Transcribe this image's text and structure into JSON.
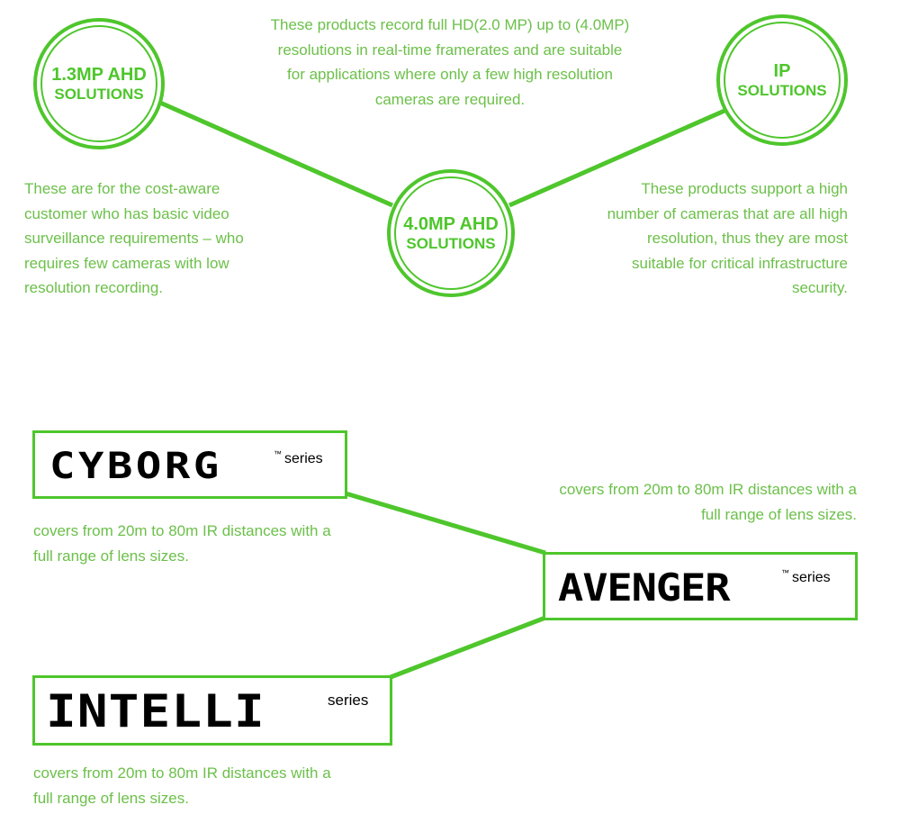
{
  "colors": {
    "accent": "#4ec62c",
    "text": "#6cc04a",
    "logo": "#000000"
  },
  "solutions": {
    "ahd13": {
      "line1": "1.3MP AHD",
      "line2": "SOLUTIONS",
      "desc": "These are for the cost-aware customer who has basic video surveillance requirements – who requires few cameras with low resolution recording."
    },
    "ahd40": {
      "line1": "4.0MP AHD",
      "line2": "SOLUTIONS",
      "desc": "These products record full HD(2.0 MP) up to (4.0MP) resolutions in real-time framerates and are suitable for applications where only a few high resolution cameras are required."
    },
    "ip": {
      "line1": "IP",
      "line2": "SOLUTIONS",
      "desc": "These products support a high number of cameras that are all high resolution, thus they are most suitable for critical infrastructure security."
    }
  },
  "series_items": {
    "cyborg": {
      "logo": "CYBORG",
      "tm": "™",
      "series": "series",
      "desc": "covers from 20m to 80m IR distances with a full range of lens sizes."
    },
    "avenger": {
      "logo": "AVENGER",
      "tm": "™",
      "series": "series",
      "desc": "covers from 20m to 80m IR distances with a full range of lens sizes."
    },
    "intelli": {
      "logo": "INTELLI",
      "series": "series",
      "desc": "covers from 20m to 80m IR distances with a full range of lens sizes."
    }
  }
}
